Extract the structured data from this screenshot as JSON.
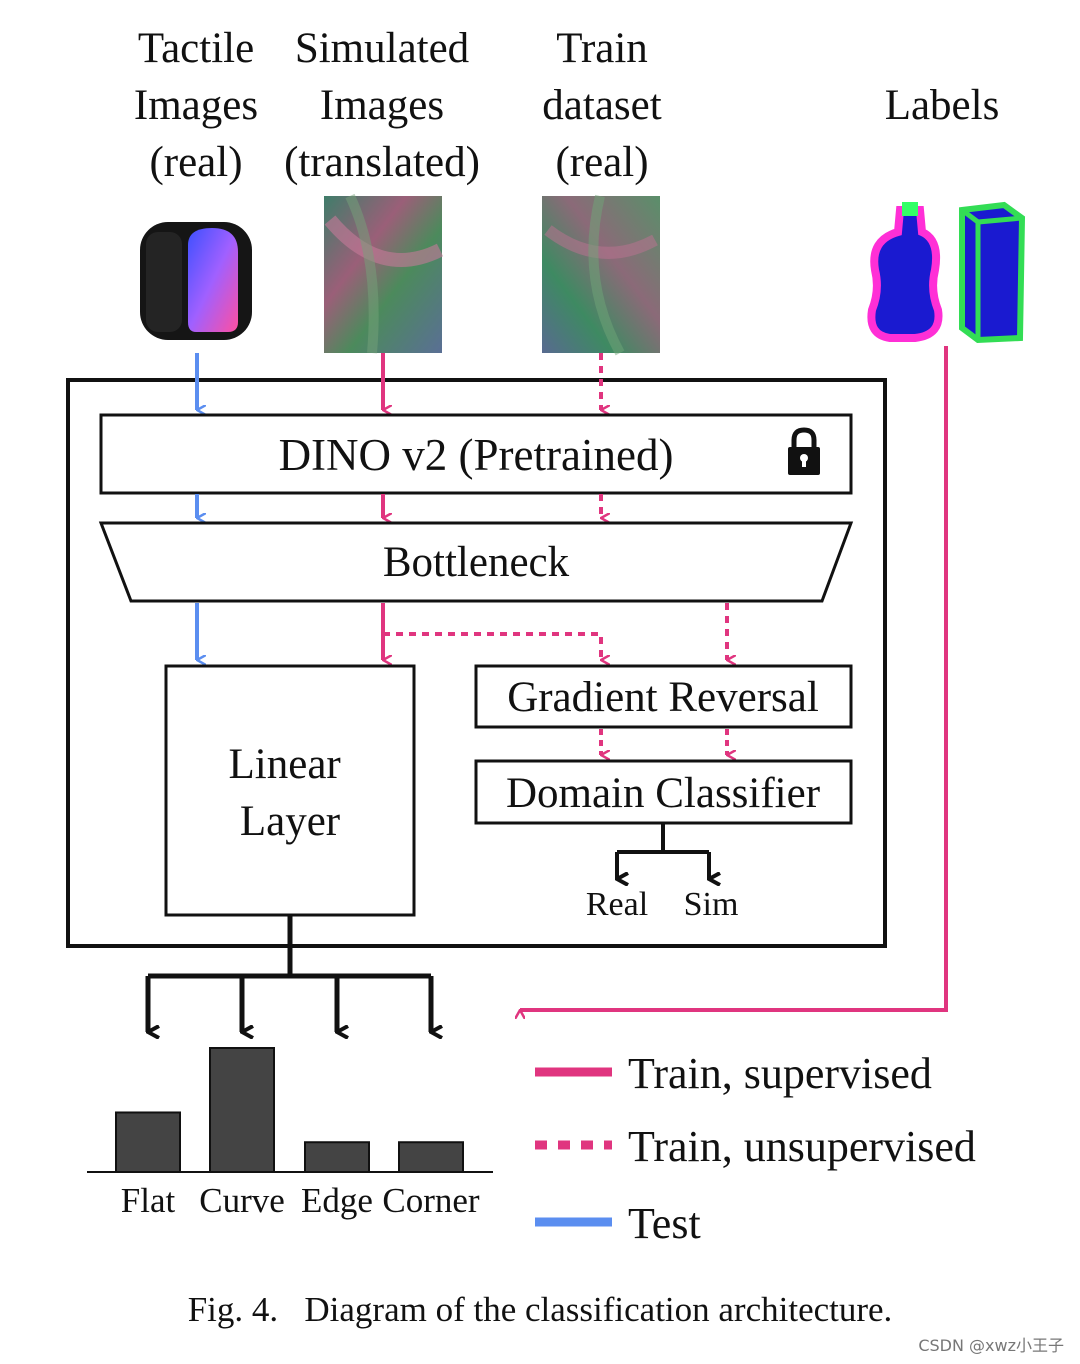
{
  "columns": {
    "tactile": "Tactile\nImages\n(real)",
    "simulated": "Simulated\nImages\n(translated)",
    "train": "Train\ndataset\n(real)",
    "labels": "Labels"
  },
  "blocks": {
    "dino": "DINO v2 (Pretrained)",
    "bottleneck": "Bottleneck",
    "linear": "Linear\nLayer",
    "gradient_reversal": "Gradient Reversal",
    "domain_classifier": "Domain Classifier",
    "real": "Real",
    "sim": "Sim"
  },
  "histogram": {
    "categories": [
      "Flat",
      "Curve",
      "Edge",
      "Corner"
    ],
    "relative_heights": [
      0.48,
      1.0,
      0.24,
      0.24
    ]
  },
  "legend": [
    {
      "label": "Train, supervised",
      "style": "solid",
      "color": "#e0357f"
    },
    {
      "label": "Train, unsupervised",
      "style": "dotted",
      "color": "#e0357f"
    },
    {
      "label": "Test",
      "style": "solid",
      "color": "#5b8ef0"
    }
  ],
  "caption": "Fig. 4.   Diagram of the classification architecture.",
  "watermark": "CSDN @xwz小王子",
  "colors": {
    "train": "#e0357f",
    "test": "#5b8ef0",
    "box": "#111111",
    "bar": "#444444"
  }
}
